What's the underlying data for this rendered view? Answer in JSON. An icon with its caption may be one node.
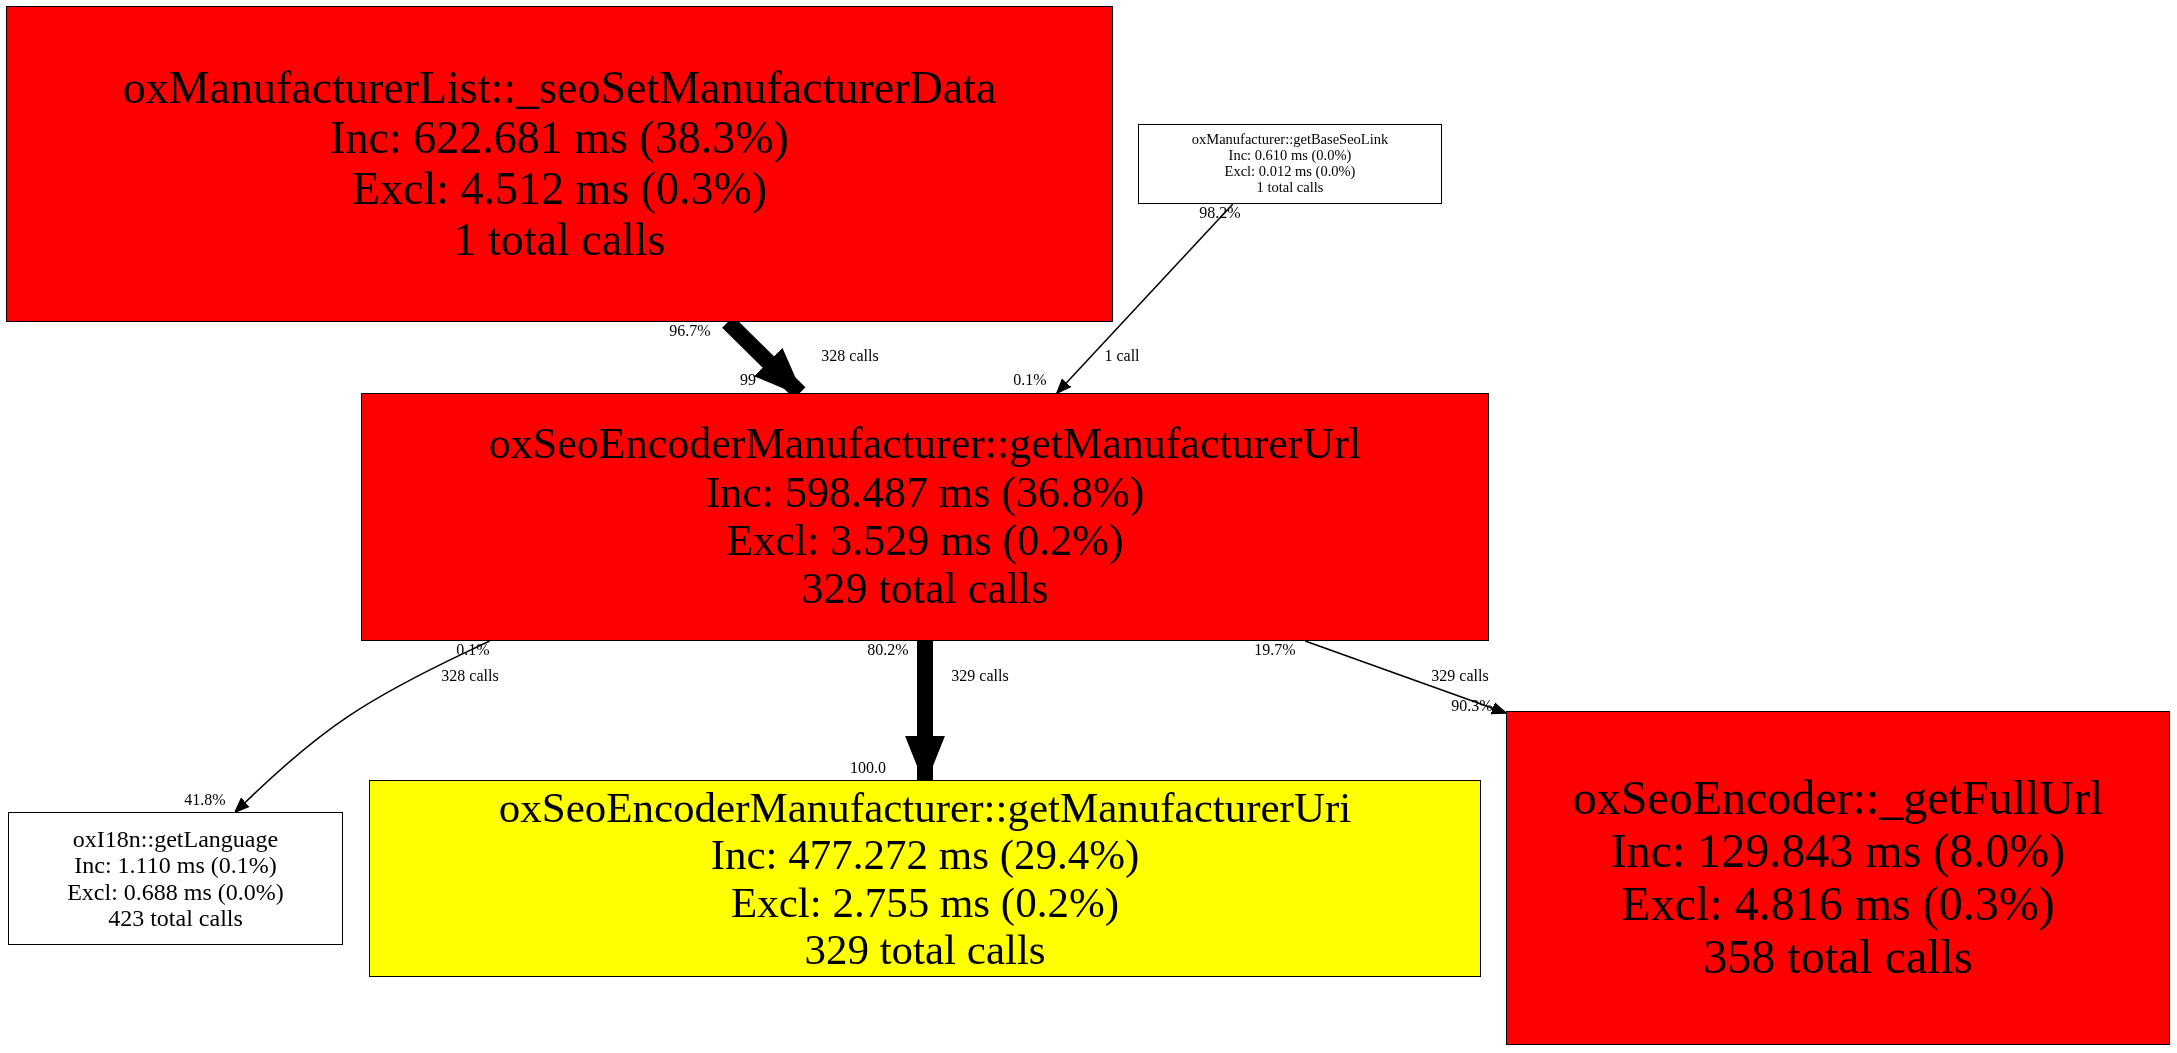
{
  "diagram": {
    "nodes": [
      {
        "text": [
          "oxManufacturerList::_seoSetManufacturerData",
          "Inc: 622.681 ms (38.3%)",
          "Excl: 4.512 ms (0.3%)",
          "1 total calls"
        ]
      },
      {
        "text": [
          "oxManufacturer::getBaseSeoLink",
          "Inc: 0.610 ms (0.0%)",
          "Excl: 0.012 ms (0.0%)",
          "1 total calls"
        ]
      },
      {
        "text": [
          "oxSeoEncoderManufacturer::getManufacturerUrl",
          "Inc: 598.487 ms (36.8%)",
          "Excl: 3.529 ms (0.2%)",
          "329 total calls"
        ]
      },
      {
        "text": [
          "oxI18n::getLanguage",
          "Inc: 1.110 ms (0.1%)",
          "Excl: 0.688 ms (0.0%)",
          "423 total calls"
        ]
      },
      {
        "text": [
          "oxSeoEncoderManufacturer::getManufacturerUri",
          "Inc: 477.272 ms (29.4%)",
          "Excl: 2.755 ms (0.2%)",
          "329 total calls"
        ]
      },
      {
        "text": [
          "oxSeoEncoder::_getFullUrl",
          "Inc: 129.843 ms (8.0%)",
          "Excl: 4.816 ms (0.3%)",
          "358 total calls"
        ]
      }
    ],
    "edges": [
      {
        "from": 0,
        "to": 2,
        "arrow": "to",
        "label": "328 calls",
        "style": "thick"
      },
      {
        "from": 1,
        "to": 2,
        "arrow": "to",
        "label": "1 call"
      },
      {
        "from": 2,
        "to": 3,
        "arrow": "to",
        "label": "328 calls"
      },
      {
        "from": 2,
        "to": 4,
        "arrow": "to",
        "label": "329 calls",
        "style": "thick"
      },
      {
        "from": 2,
        "to": 5,
        "arrow": "to",
        "label": "329 calls"
      }
    ],
    "labels": [
      "98.2%",
      "96.7%",
      "99",
      "0.1%",
      "0.1%",
      "80.2%",
      "19.7%",
      "90.3%",
      "100.0",
      "41.8%"
    ]
  }
}
